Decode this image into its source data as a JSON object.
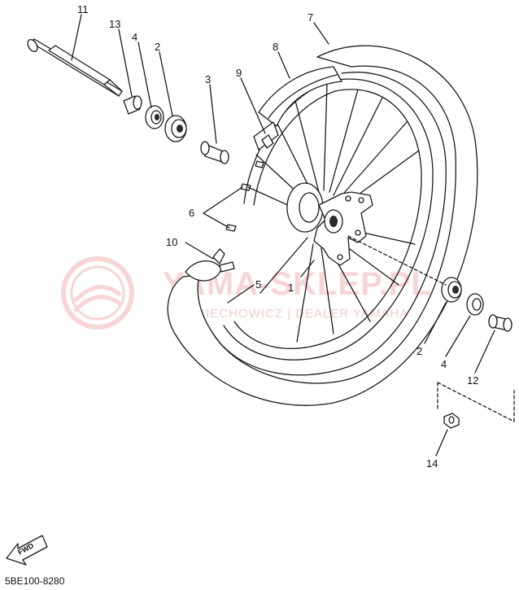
{
  "callouts": {
    "c1": "1",
    "c2a": "2",
    "c2b": "2",
    "c3": "3",
    "c4a": "4",
    "c4b": "4",
    "c5": "5",
    "c6": "6",
    "c7": "7",
    "c8": "8",
    "c9": "9",
    "c10": "10",
    "c11": "11",
    "c12": "12",
    "c13": "13",
    "c14": "14"
  },
  "watermark": {
    "main": "YAMA-SKLEP.PL",
    "sub": "WOJCIECHOWICZ | DEALER YAMAHA"
  },
  "fwd_label": "FWD",
  "diagram_code": "5BE100-8280",
  "colors": {
    "line": "#1a1a1a",
    "watermark": "#e98a8a"
  }
}
